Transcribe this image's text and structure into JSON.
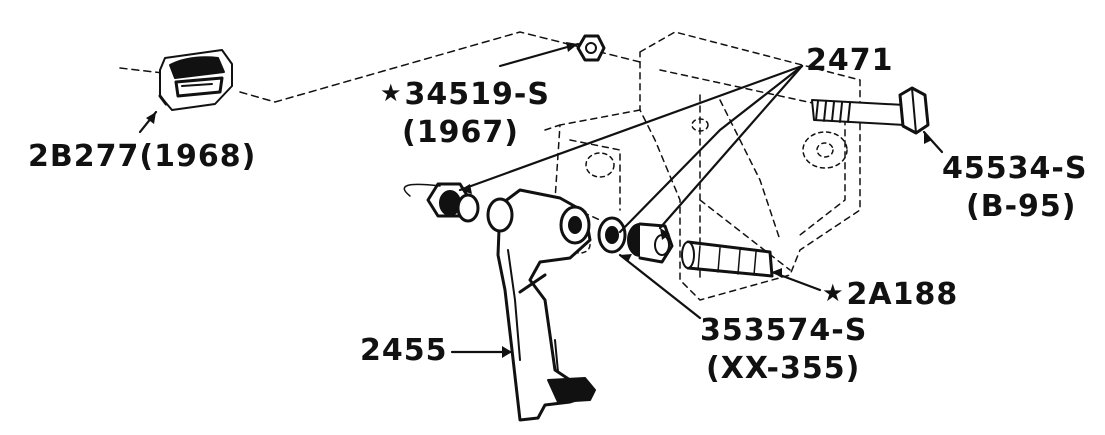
{
  "colors": {
    "ink": "#111111",
    "paper": "#ffffff"
  },
  "labels": {
    "clip_part": "2B277",
    "clip_year": "(1968)",
    "nut_part": "34519-S",
    "nut_year": "(1967)",
    "bushing_part": "2471",
    "bolt_part": "45534-S",
    "bolt_code": "(B-95)",
    "spacer_part": "2A188",
    "washer_part": "353574-S",
    "washer_code": "(XX-355)",
    "pedal_part": "2455",
    "star": "★"
  }
}
